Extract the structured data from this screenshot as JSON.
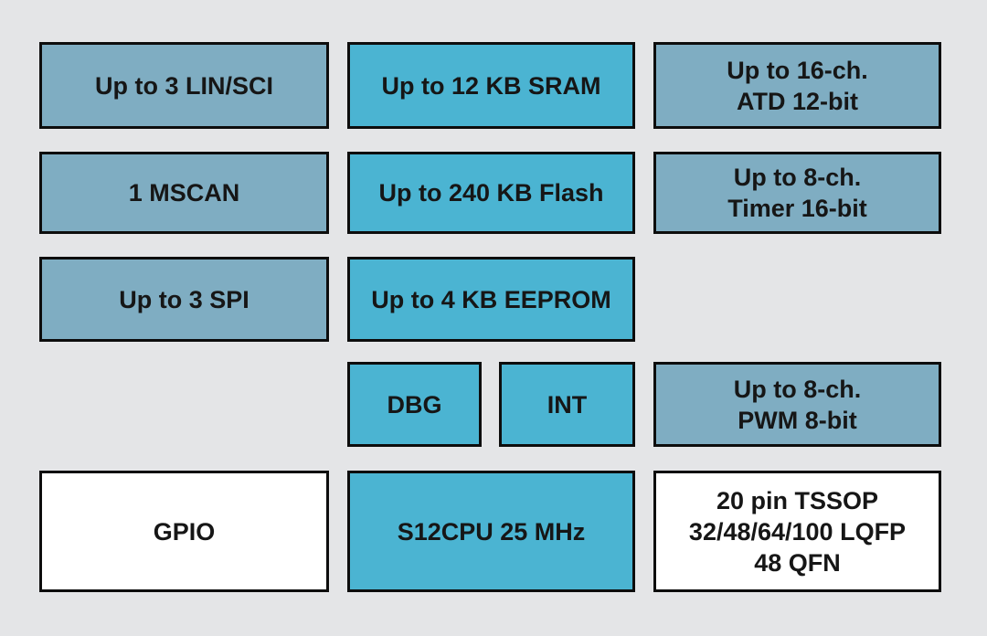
{
  "diagram": {
    "background_color": "#e4e5e7",
    "border_color": "#0d0d0d",
    "text_color": "#161616",
    "block_colors": {
      "peripheral_blue_gray": "#7fadc2",
      "memory_core_cyan": "#4bb4d2",
      "io_package_white": "#ffffff"
    },
    "blocks": {
      "lin_sci": {
        "label": "Up to 3 LIN/SCI",
        "color": "#7fadc2"
      },
      "sram": {
        "label": "Up to 12 KB SRAM",
        "color": "#4bb4d2"
      },
      "atd": {
        "label": "Up to 16-ch.\nATD 12-bit",
        "color": "#7fadc2"
      },
      "mscan": {
        "label": "1 MSCAN",
        "color": "#7fadc2"
      },
      "flash": {
        "label": "Up to 240 KB Flash",
        "color": "#4bb4d2"
      },
      "timer": {
        "label": "Up to 8-ch.\nTimer 16-bit",
        "color": "#7fadc2"
      },
      "spi": {
        "label": "Up to 3 SPI",
        "color": "#7fadc2"
      },
      "eeprom": {
        "label": "Up to 4 KB EEPROM",
        "color": "#4bb4d2"
      },
      "dbg": {
        "label": "DBG",
        "color": "#4bb4d2"
      },
      "int": {
        "label": "INT",
        "color": "#4bb4d2"
      },
      "pwm": {
        "label": "Up to 8-ch.\nPWM 8-bit",
        "color": "#7fadc2"
      },
      "gpio": {
        "label": "GPIO",
        "color": "#ffffff"
      },
      "cpu": {
        "label": "S12CPU 25 MHz",
        "color": "#4bb4d2"
      },
      "package": {
        "label": "20 pin TSSOP\n32/48/64/100 LQFP\n48 QFN",
        "color": "#ffffff"
      }
    }
  }
}
